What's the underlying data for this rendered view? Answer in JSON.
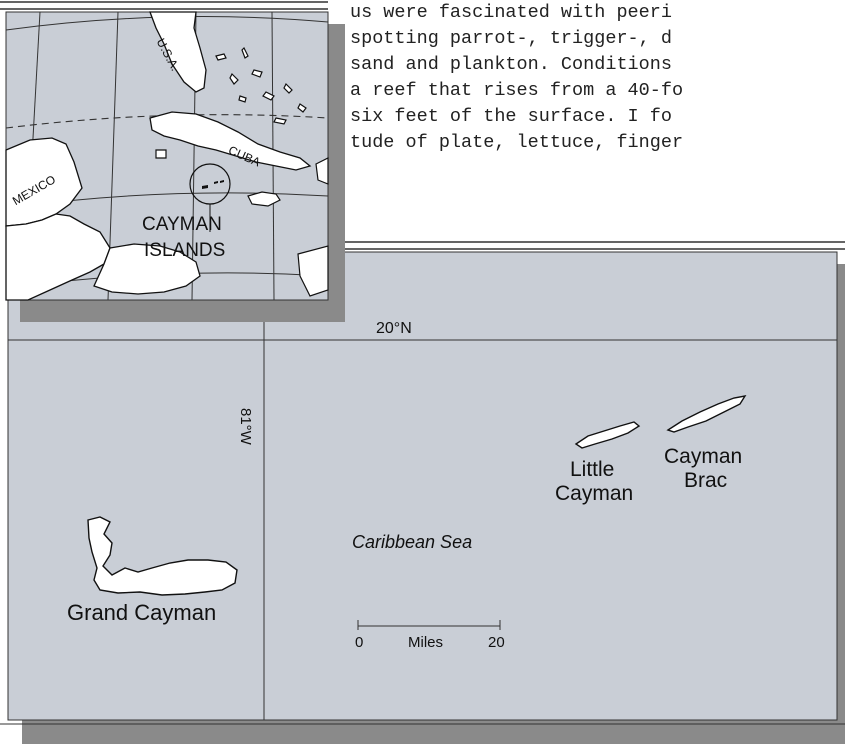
{
  "article": {
    "lines": [
      "us were fascinated with peeri",
      "spotting parrot-, trigger-, d",
      "sand and plankton. Conditions",
      "a reef that rises from a 40-fo",
      "six feet of the surface. I fo",
      "tude of plate, lettuce, finger"
    ]
  },
  "inset_map": {
    "labels": {
      "usa": "U.S.A.",
      "cuba": "CUBA",
      "mexico": "MEXICO",
      "cayman_islands_line1": "CAYMAN",
      "cayman_islands_line2": "ISLANDS"
    }
  },
  "main_map": {
    "latitude_label": "20°N",
    "longitude_label": "81°W",
    "sea_label": "Caribbean Sea",
    "islands": {
      "grand_cayman": "Grand Cayman",
      "little_cayman_line1": "Little",
      "little_cayman_line2": "Cayman",
      "cayman_brac_line1": "Cayman",
      "cayman_brac_line2": "Brac"
    },
    "scale": {
      "start": "0",
      "unit": "Miles",
      "end": "20"
    }
  },
  "colors": {
    "sea": "#c9ced6",
    "land": "#ffffff",
    "border": "#333333",
    "shadow": "#8a8a8a"
  }
}
